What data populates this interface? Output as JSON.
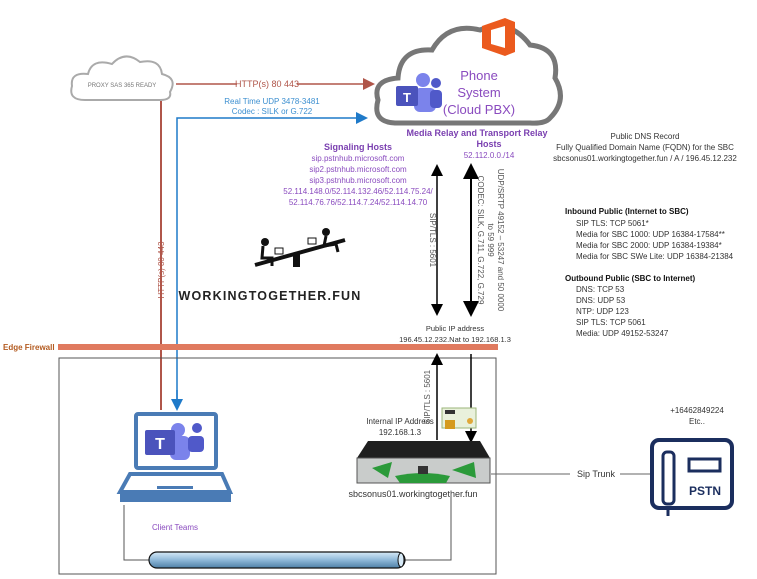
{
  "colors": {
    "http": "#b0564a",
    "realtime": "#1f7ac9",
    "firewall": "#e07a5f",
    "accent": "#8a4bbf",
    "office": "#eb5a1e",
    "teams": "#5059c9",
    "pstn": "#1b2e5e"
  },
  "proxy": {
    "label": "PROXY SAS 365 READY"
  },
  "http_link": {
    "label": "HTTP(s) 80 443",
    "vertical_label": "HTTP(s) 80 443"
  },
  "realtime": {
    "line1": "Real Time UDP 3478-3481",
    "line2": "Codec : SILK or G.722"
  },
  "cloud": {
    "line1": "Phone",
    "line2": "System",
    "line3": "(Cloud PBX)"
  },
  "media_relay": {
    "title1": "Media Relay and Transport Relay",
    "title2": "Hosts",
    "range": "52.112.0.0./14"
  },
  "signaling": {
    "title": "Signaling Hosts",
    "hosts": [
      "sip.pstnhub.microsoft.com",
      "sip2.pstnhub.microsoft.com",
      "sip3.pstnhub.microsoft.com",
      "52.114.148.0/52.114.132.46/52.114.75.24/",
      "52.114.76.76/52.114.7.24/52.114.14.70"
    ]
  },
  "logo": {
    "text": "WORKINGTOGETHER.FUN"
  },
  "arrows": {
    "sip_tls": "SIP/TLS : 5601",
    "codec": "CODEC: SILK, G.711, G.722, G.729",
    "udp1": "UDP/SRTP 49152 – 53247 and 50 0000",
    "udp2": "to 59 999",
    "sip_tls_internal": "SIP/TLS : 5601"
  },
  "public_ip": {
    "label": "Public IP address",
    "value": "196.45.12.232.Nat to 192.168.1.3"
  },
  "dns": {
    "line1": "Public DNS Record",
    "line2": "Fully Qualified Domain Name (FQDN) for the SBC",
    "line3": "sbcsonus01.workingtogether.fun   / A / 196.45.12.232"
  },
  "inbound": {
    "title": "Inbound Public (Internet to SBC)",
    "items": [
      "SIP TLS: TCP 5061*",
      "Media for SBC 1000: UDP 16384-17584**",
      "Media for SBC 2000: UDP 16384-19384*",
      "Media for SBC SWe Lite: UDP 16384-21384"
    ]
  },
  "outbound": {
    "title": "Outbound Public (SBC to Internet)",
    "items": [
      "DNS: TCP 53",
      "DNS: UDP 53",
      "NTP: UDP 123",
      "SIP TLS: TCP 5061",
      "Media: UDP 49152-53247"
    ]
  },
  "firewall": {
    "label": "Edge Firewall"
  },
  "client": {
    "label": "Client Teams"
  },
  "sbc": {
    "internal_label": "Internal IP Address",
    "internal_ip": "192.168.1.3",
    "fqdn": "sbcsonus01.workingtogether.fun"
  },
  "trunk": {
    "label": "Sip Trunk"
  },
  "pstn": {
    "label": "PSTN",
    "number": "+16462849224",
    "etc": "Etc.."
  }
}
